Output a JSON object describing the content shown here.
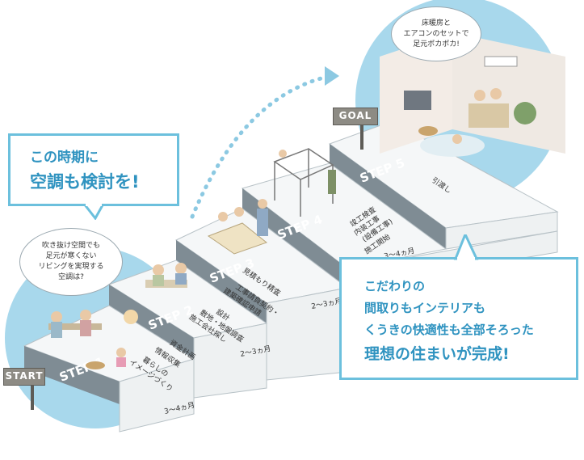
{
  "colors": {
    "circle": "#a8d8ec",
    "callout_border": "#6cc0dd",
    "callout_text": "#2f93c0",
    "step_top": "#7f8c94",
    "step_face": "#eef1f2",
    "dotted_arrow": "#8cc9e2",
    "sign": "#8d8b84"
  },
  "signs": {
    "start": "START",
    "goal": "GOAL"
  },
  "callout_top": {
    "line1": "この時期に",
    "line2": "空調も検討を!"
  },
  "callout_bottom": {
    "line1": "こだわりの",
    "line2": "間取りもインテリアも",
    "line3": "くうきの快適性も全部そろった",
    "line4": "理想の住まいが完成!"
  },
  "bubble_left": {
    "line1": "吹き抜け空間でも",
    "line2": "足元が寒くない",
    "line3": "リビングを実現する",
    "line4": "空調は?"
  },
  "bubble_goal": {
    "line1": "床暖房と",
    "line2": "エアコンのセットで",
    "line3": "足元ポカポカ!"
  },
  "steps": [
    {
      "label": "STEP 1",
      "duration": "3〜4ヵ月",
      "tasks": [
        "暮らしの",
        "イメージづくり",
        "情報収集",
        "資金計画"
      ]
    },
    {
      "label": "STEP 2",
      "duration": "2〜3ヵ月",
      "tasks": [
        "敷地・地盤調査",
        "設計",
        "施工会社探し"
      ]
    },
    {
      "label": "STEP 3",
      "duration": "2〜3ヵ月",
      "tasks": [
        "見積もり精査",
        "工事請負契約・",
        "建築確認申請"
      ]
    },
    {
      "label": "STEP 4",
      "duration": "3〜4ヵ月",
      "tasks": [
        "施工開始",
        "内装工事",
        "(設備工事)",
        "竣工検査"
      ]
    },
    {
      "label": "STEP 5",
      "duration": "",
      "tasks": [
        "引渡し"
      ]
    }
  ]
}
